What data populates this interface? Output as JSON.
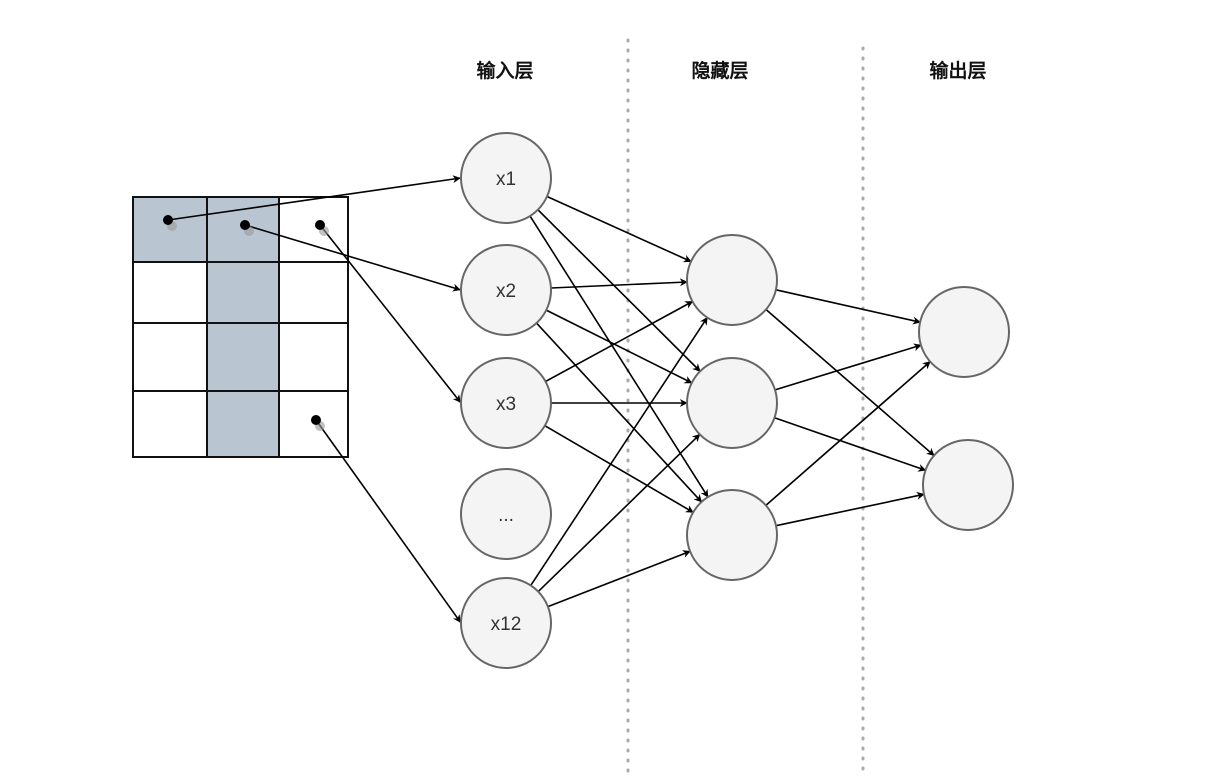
{
  "layers": {
    "input_label": "输入层",
    "hidden_label": "隐藏层",
    "output_label": "输出层"
  },
  "input_nodes": [
    "x1",
    "x2",
    "x3",
    "...",
    "x12"
  ],
  "hidden_node_count": 3,
  "output_node_count": 2,
  "grid": {
    "rows": 4,
    "cols": 3,
    "shaded_cells": [
      [
        0,
        0
      ],
      [
        0,
        1
      ],
      [
        1,
        1
      ],
      [
        2,
        1
      ],
      [
        3,
        1
      ]
    ]
  },
  "grid_connections": [
    {
      "cell": [
        0,
        0
      ],
      "to": "x1"
    },
    {
      "cell": [
        0,
        1
      ],
      "to": "x2"
    },
    {
      "cell": [
        0,
        2
      ],
      "to": "x3"
    },
    {
      "cell": [
        3,
        2
      ],
      "to": "x12"
    }
  ],
  "colors": {
    "shaded": "#b9c6d2",
    "node_fill": "#f4f4f4",
    "node_stroke": "#666666",
    "divider": "#aaaaaa"
  }
}
